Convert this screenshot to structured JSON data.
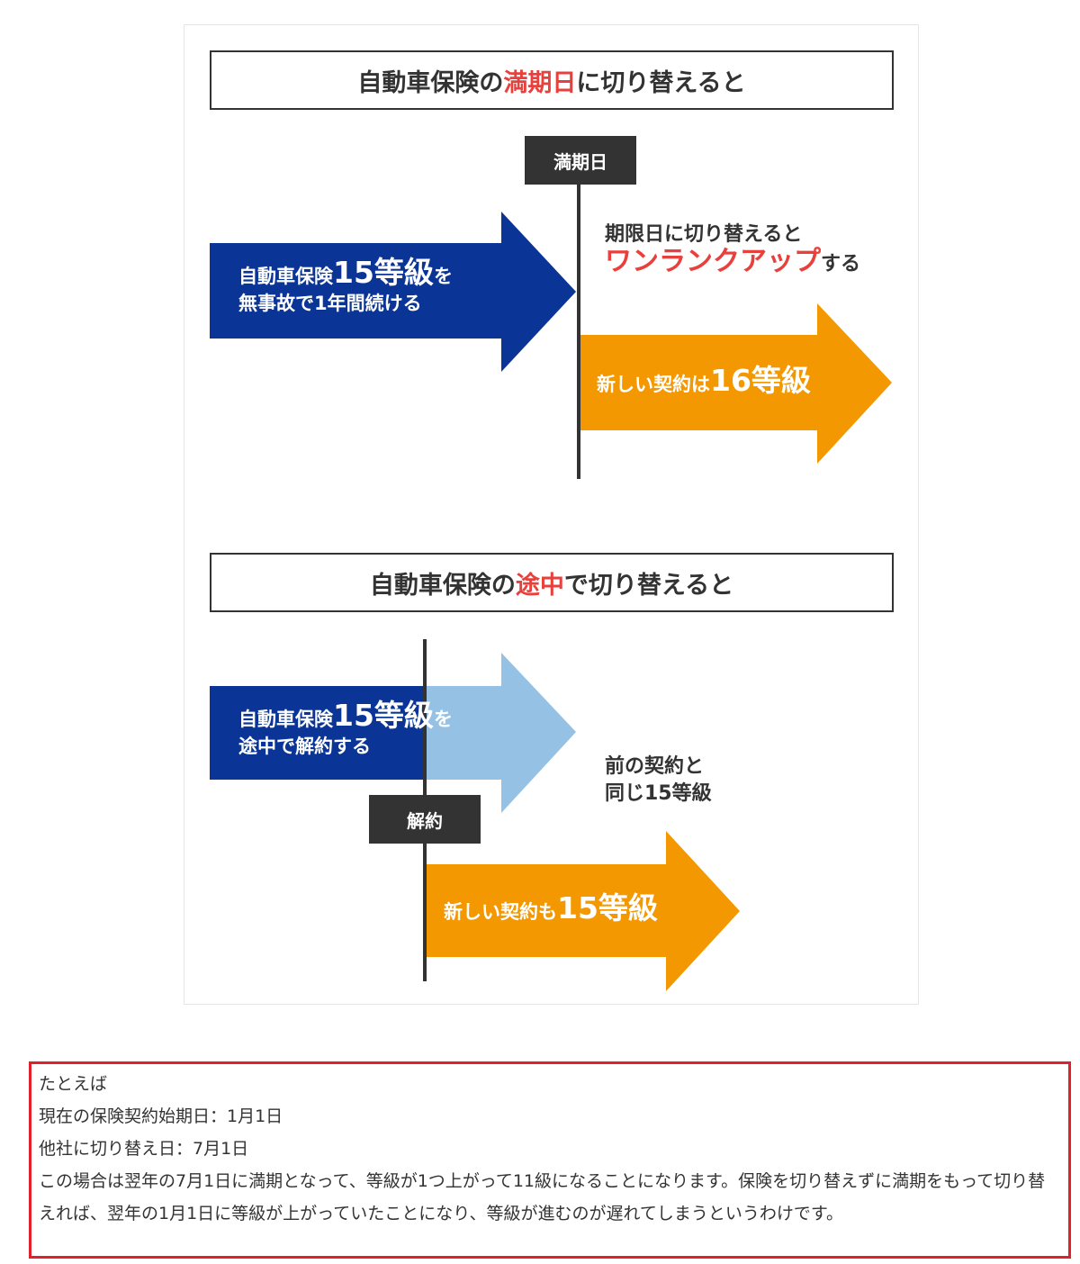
{
  "section1": {
    "title_pre": "自動車保険の",
    "title_hl": "満期日",
    "title_post": "に切り替えると",
    "tag": "満期日",
    "blue_small": "自動車保険",
    "blue_big": "15等級",
    "blue_suffix": "を",
    "blue_line2": "無事故で1年間続ける",
    "side_line1": "期限日に切り替えると",
    "side_hl": "ワンランクアップ",
    "side_suffix": "する",
    "orange_small": "新しい契約は",
    "orange_big": "16等級"
  },
  "section2": {
    "title_pre": "自動車保険の",
    "title_hl": "途中",
    "title_post": "で切り替えると",
    "tag": "解約",
    "blue_small": "自動車保険",
    "blue_big": "15等級",
    "blue_suffix": "を",
    "blue_line2": "途中で解約する",
    "side_line1": "前の契約と",
    "side_line2": "同じ15等級",
    "orange_small": "新しい契約も",
    "orange_big": "15等級"
  },
  "colors": {
    "blue": "#0a3597",
    "light_blue": "#95c1e4",
    "orange": "#f39800",
    "red": "#e8403c",
    "dark": "#333333"
  },
  "note": {
    "lines": [
      "たとえば",
      "現在の保険契約始期日：1月1日",
      "他社に切り替え日：7月1日",
      "この場合は翌年の7月1日に満期となって、等級が1つ上がって11級になることになります。保険を切り替えずに満期をもって切り替えれば、翌年の1月1日に等級が上がっていたことになり、等級が進むのが遅れてしまうというわけです。"
    ]
  }
}
